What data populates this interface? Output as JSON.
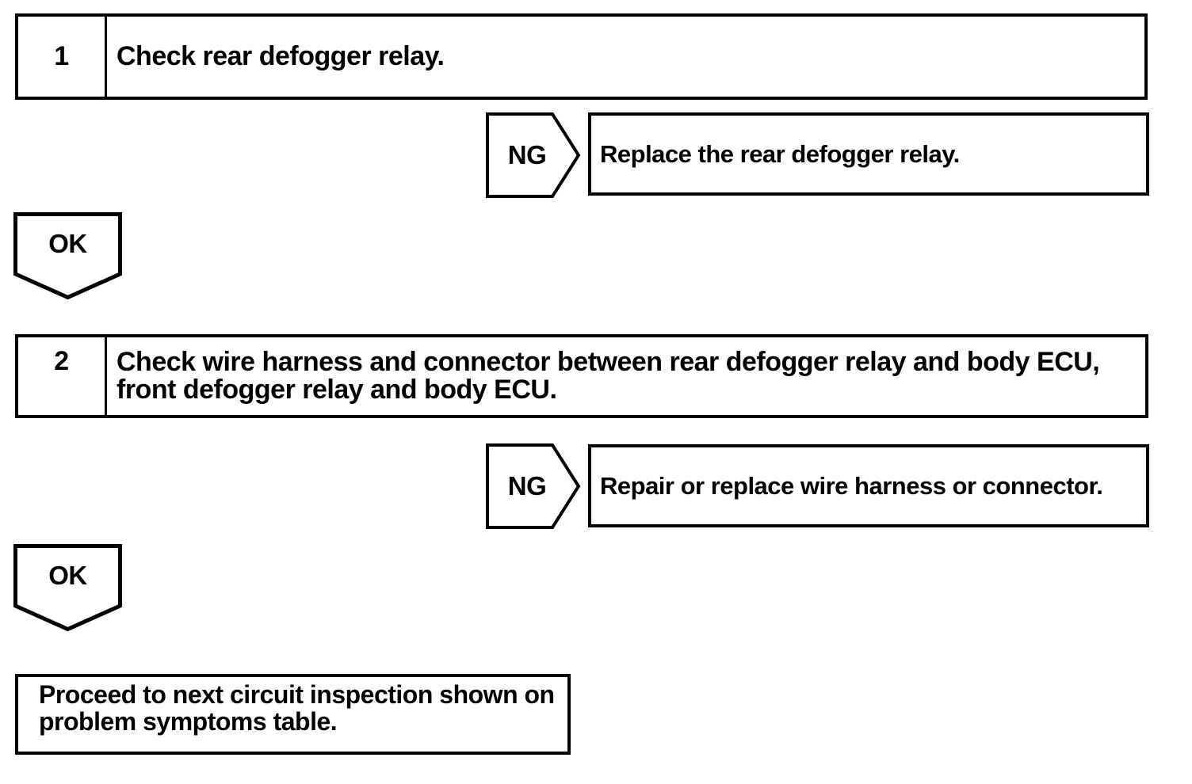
{
  "colors": {
    "ink": "#000000",
    "paper": "#ffffff"
  },
  "flowchart": {
    "kind": "troubleshooting-flow",
    "steps": [
      {
        "number": "1",
        "instruction": "Check rear defogger relay.",
        "ng_label": "NG",
        "ng_action": "Replace the rear defogger relay.",
        "ok_label": "OK"
      },
      {
        "number": "2",
        "instruction": "Check wire harness and connector between rear defogger relay and body ECU, front defogger relay and body ECU.",
        "ng_label": "NG",
        "ng_action": "Repair or replace wire harness or connector.",
        "ok_label": "OK"
      }
    ],
    "terminal": "Proceed to next circuit inspection shown on problem symptoms table."
  }
}
